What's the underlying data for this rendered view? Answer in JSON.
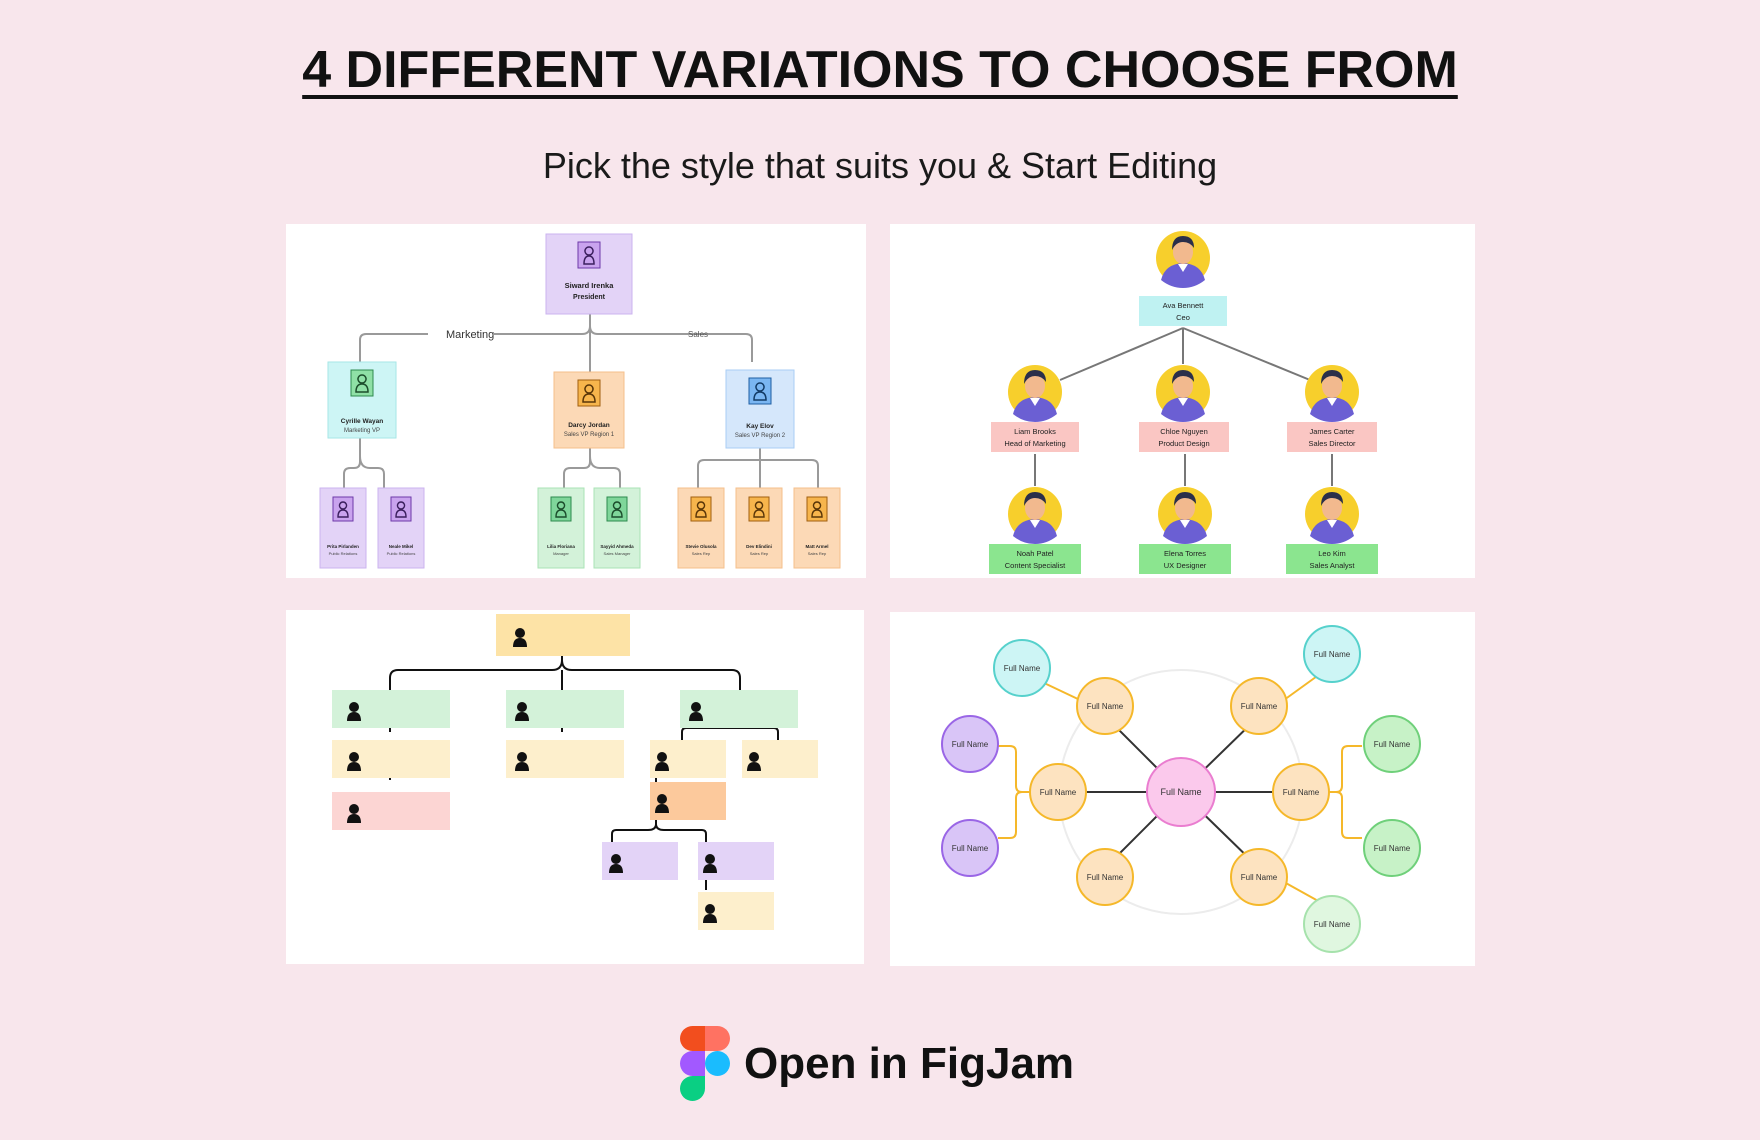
{
  "header": {
    "title": "4 DIFFERENT VARIATIONS TO CHOOSE FROM",
    "subtitle": "Pick the style that suits you & Start Editing"
  },
  "variation1": {
    "president": {
      "name": "Siward Irenka",
      "role": "President"
    },
    "branch_labels": {
      "left": "Marketing",
      "right": "Sales"
    },
    "vps": [
      {
        "name": "Cyrille Wayan",
        "role": "Marketing VP"
      },
      {
        "name": "Darcy Jordan",
        "role": "Sales VP Region 1"
      },
      {
        "name": "Kay Elov",
        "role": "Sales VP Region 2"
      }
    ],
    "staff": [
      {
        "name": "Prita Pirlanden",
        "role": "Public Relations"
      },
      {
        "name": "Neale Mikel",
        "role": "Public Relations"
      },
      {
        "name": "Lilia Floriana",
        "role": "Manager"
      },
      {
        "name": "Sayyid Ahmeda",
        "role": "Sales Manager"
      },
      {
        "name": "Stevie Olusola",
        "role": "Sales Rep"
      },
      {
        "name": "Dev Elindini",
        "role": "Sales Rep"
      },
      {
        "name": "Matt Armel",
        "role": "Sales Rep"
      }
    ]
  },
  "variation2": {
    "ceo": {
      "name": "Ava Bennett",
      "role": "Ceo"
    },
    "heads": [
      {
        "name": "Liam Brooks",
        "role": "Head of Marketing"
      },
      {
        "name": "Chloe Nguyen",
        "role": "Product Design"
      },
      {
        "name": "James Carter",
        "role": "Sales Director"
      }
    ],
    "reports": [
      {
        "name": "Noah Patel",
        "role": "Content Specialist"
      },
      {
        "name": "Elena Torres",
        "role": "UX Designer"
      },
      {
        "name": "Leo Kim",
        "role": "Sales Analyst"
      }
    ]
  },
  "variation4": {
    "node_label": "Full Name"
  },
  "cta": {
    "label": "Open in FigJam",
    "icon": "figma-logo-icon"
  },
  "colors": {
    "background": "#f8e6ec",
    "purple": "#e3d3f7",
    "teal": "#cdf5f5",
    "orange": "#fcd9b6",
    "blue": "#d5e7fb",
    "green": "#d3f2d9",
    "yellow": "#fde3a6",
    "cream": "#fdefcc",
    "pink": "#fcd5d3"
  }
}
